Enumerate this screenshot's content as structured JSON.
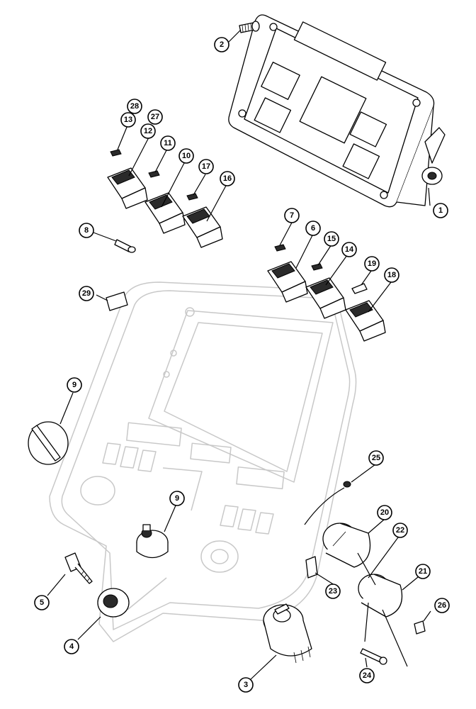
{
  "callouts": [
    {
      "id": "c1",
      "label": "1"
    },
    {
      "id": "c2",
      "label": "2"
    },
    {
      "id": "c3",
      "label": "3"
    },
    {
      "id": "c4",
      "label": "4"
    },
    {
      "id": "c5",
      "label": "5"
    },
    {
      "id": "c6",
      "label": "6"
    },
    {
      "id": "c7",
      "label": "7"
    },
    {
      "id": "c8",
      "label": "8"
    },
    {
      "id": "c9a",
      "label": "9"
    },
    {
      "id": "c9b",
      "label": "9"
    },
    {
      "id": "c10",
      "label": "10"
    },
    {
      "id": "c11",
      "label": "11"
    },
    {
      "id": "c12",
      "label": "12"
    },
    {
      "id": "c13",
      "label": "13"
    },
    {
      "id": "c14",
      "label": "14"
    },
    {
      "id": "c15",
      "label": "15"
    },
    {
      "id": "c16",
      "label": "16"
    },
    {
      "id": "c17",
      "label": "17"
    },
    {
      "id": "c18",
      "label": "18"
    },
    {
      "id": "c19",
      "label": "19"
    },
    {
      "id": "c20",
      "label": "20"
    },
    {
      "id": "c21",
      "label": "21"
    },
    {
      "id": "c22",
      "label": "22"
    },
    {
      "id": "c23",
      "label": "23"
    },
    {
      "id": "c24",
      "label": "24"
    },
    {
      "id": "c25",
      "label": "25"
    },
    {
      "id": "c26",
      "label": "26"
    },
    {
      "id": "c27",
      "label": "27"
    },
    {
      "id": "c28",
      "label": "28"
    },
    {
      "id": "c29",
      "label": "29"
    }
  ]
}
